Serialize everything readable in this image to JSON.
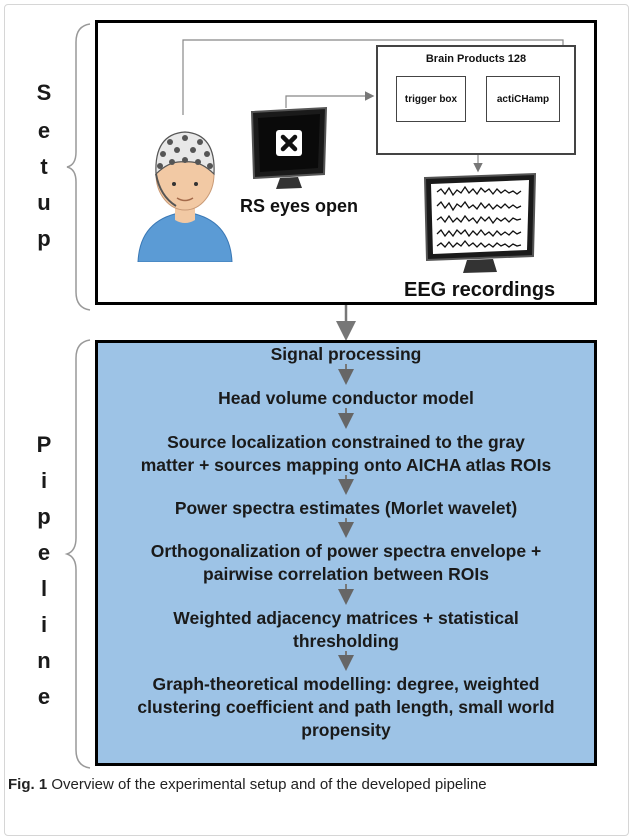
{
  "side_labels": {
    "setup": [
      "S",
      "e",
      "t",
      "u",
      "p"
    ],
    "pipeline": [
      "P",
      "i",
      "p",
      "e",
      "l",
      "i",
      "n",
      "e"
    ]
  },
  "setup": {
    "brain_products_title": "Brain Products 128",
    "trigger_box": "trigger box",
    "amplifier": "actiCHamp",
    "stimulus_label": "RS eyes open",
    "recordings_label": "EEG recordings"
  },
  "pipeline": {
    "steps": [
      "Signal processing",
      "Head volume conductor model",
      "Source localization constrained to the gray\nmatter + sources mapping onto AICHA atlas ROIs",
      "Power spectra estimates (Morlet wavelet)",
      "Orthogonalization of power spectra envelope +\npairwise correlation between ROIs",
      "Weighted adjacency matrices + statistical\nthresholding",
      "Graph-theoretical modelling: degree, weighted\nclustering coefficient and path length, small world\npropensity"
    ]
  },
  "caption": {
    "label": "Fig. 1",
    "text": "Overview of the experimental setup and of the developed pipeline"
  },
  "colors": {
    "pipeline_fill": "#9dc3e6",
    "arrow": "#777777",
    "shirt": "#5b9bd5",
    "cap": "#e8e8e8"
  },
  "icons": [
    "eeg-cap-head-icon",
    "monitor-x-icon",
    "eeg-monitor-icon"
  ]
}
